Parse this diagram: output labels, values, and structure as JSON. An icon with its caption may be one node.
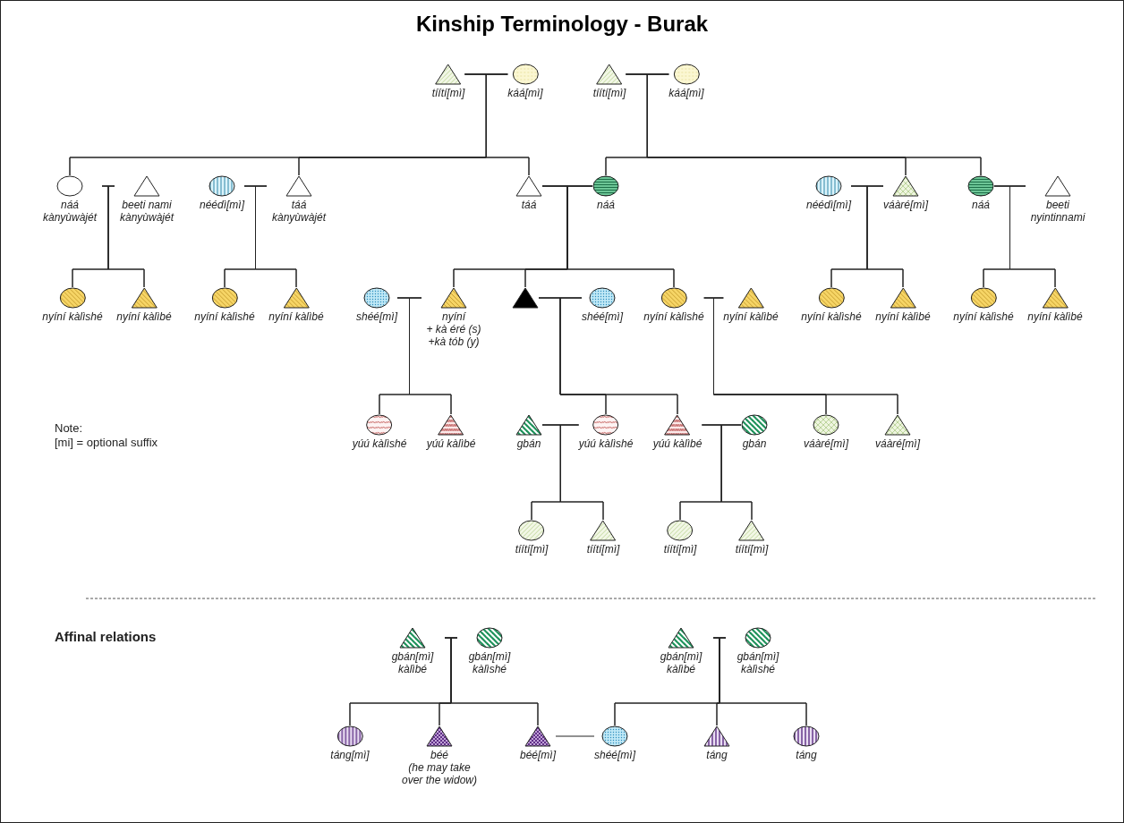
{
  "diagram": {
    "title": "Kinship Terminology - Burak",
    "nodes": [
      {
        "text": [
          "tíítí[mì]"
        ]
      },
      {
        "text": [
          "káá[mì]"
        ]
      },
      {
        "text": [
          "tíítí[mì]"
        ]
      },
      {
        "text": [
          "káá[mì]"
        ]
      },
      {
        "text": [
          "náá kànyùwàjét"
        ]
      },
      {
        "text": [
          "beeti nami kànyùwàjét"
        ]
      },
      {
        "text": [
          "néédì[mì]"
        ]
      },
      {
        "text": [
          "táá kànyùwàjét"
        ]
      },
      {
        "text": [
          "táá"
        ]
      },
      {
        "text": [
          "náá"
        ]
      },
      {
        "text": [
          "néédì[mì]"
        ]
      },
      {
        "text": [
          "váàré[mì]"
        ]
      },
      {
        "text": [
          "náá"
        ]
      },
      {
        "text": [
          "beeti nyintinnami"
        ]
      },
      {
        "text": [
          "nyíní kàlìshé"
        ]
      },
      {
        "text": [
          "nyíní kàlìbé"
        ]
      },
      {
        "text": [
          "nyíní kàlìshé"
        ]
      },
      {
        "text": [
          "nyíní kàlìbé"
        ]
      },
      {
        "text": [
          "shéé[mì]"
        ]
      },
      {
        "text": [
          "nyíní",
          "+ kà éré (s) +kà tób (y)"
        ]
      },
      {
        "text": [],
        "shape": "triangle"
      },
      {
        "text": [
          "shéé[mì]"
        ]
      },
      {
        "text": [
          "nyíní kàlìshé"
        ]
      },
      {
        "text": [
          "nyíní kàlìbé"
        ]
      },
      {
        "text": [
          "nyíní kàlìshé"
        ]
      },
      {
        "text": [
          "nyíní kàlìbé"
        ]
      },
      {
        "text": [
          "nyíní kàlìshé"
        ]
      },
      {
        "text": [
          "nyíní kàlìbé"
        ]
      },
      {
        "text": [
          "yúú kàlìshé"
        ]
      },
      {
        "text": [
          "yúú kàlìbé"
        ]
      },
      {
        "text": [
          "gbán"
        ]
      },
      {
        "text": [
          "yúú kàlìshé"
        ]
      },
      {
        "text": [
          "yúú kàlìbé"
        ]
      },
      {
        "text": [
          "gbán"
        ]
      },
      {
        "text": [
          "váàré[mì]"
        ]
      },
      {
        "text": [
          "váàré[mì]"
        ]
      },
      {
        "text": [
          "tíítí[mì]"
        ]
      },
      {
        "text": [
          "tíítí[mì]"
        ]
      },
      {
        "text": [
          "tíítí[mì]"
        ]
      },
      {
        "text": [
          "tíítí[mì]"
        ]
      },
      {
        "text": [
          "gbán[mì] kàlìbé"
        ]
      },
      {
        "text": [
          "gbán[mì] kàlìshé"
        ]
      },
      {
        "text": [
          "gbán[mì] kàlìbé"
        ]
      },
      {
        "text": [
          "gbán[mì] kàlìshé"
        ]
      },
      {
        "text": [
          "táng[mì]"
        ]
      },
      {
        "text": [
          "béé",
          "(he may take over the widow)"
        ]
      },
      {
        "text": [
          "béé[mì]"
        ]
      },
      {
        "text": [
          "shéé[mì]"
        ]
      },
      {
        "text": [
          "táng"
        ]
      },
      {
        "text": [
          "táng"
        ]
      }
    ],
    "edges": [
      {
        "from": 0,
        "to": 1,
        "arrow": "none"
      },
      {
        "from": 0,
        "to": 4,
        "arrow": "none"
      },
      {
        "from": 0,
        "to": 7,
        "arrow": "none"
      },
      {
        "from": 0,
        "to": 8,
        "arrow": "none"
      },
      {
        "from": 1,
        "to": 4,
        "arrow": "none"
      },
      {
        "from": 1,
        "to": 7,
        "arrow": "none"
      },
      {
        "from": 1,
        "to": 8,
        "arrow": "none"
      },
      {
        "from": 2,
        "to": 3,
        "arrow": "none"
      },
      {
        "from": 2,
        "to": 9,
        "arrow": "none"
      },
      {
        "from": 2,
        "to": 11,
        "arrow": "none"
      },
      {
        "from": 2,
        "to": 12,
        "arrow": "none"
      },
      {
        "from": 3,
        "to": 9,
        "arrow": "none"
      },
      {
        "from": 3,
        "to": 11,
        "arrow": "none"
      },
      {
        "from": 3,
        "to": 12,
        "arrow": "none"
      },
      {
        "from": 4,
        "to": 5,
        "arrow": "none"
      },
      {
        "from": 4,
        "to": 14,
        "arrow": "none"
      },
      {
        "from": 4,
        "to": 15,
        "arrow": "none"
      },
      {
        "from": 5,
        "to": 14,
        "arrow": "none"
      },
      {
        "from": 5,
        "to": 15,
        "arrow": "none"
      },
      {
        "from": 6,
        "to": 7,
        "arrow": "none"
      },
      {
        "from": 6,
        "to": 16,
        "arrow": "none"
      },
      {
        "from": 6,
        "to": 17,
        "arrow": "none"
      },
      {
        "from": 7,
        "to": 16,
        "arrow": "none"
      },
      {
        "from": 7,
        "to": 17,
        "arrow": "none"
      },
      {
        "from": 8,
        "to": 9,
        "arrow": "none"
      },
      {
        "from": 8,
        "to": 19,
        "arrow": "none"
      },
      {
        "from": 8,
        "to": 20,
        "arrow": "none"
      },
      {
        "from": 8,
        "to": 22,
        "arrow": "none"
      },
      {
        "from": 9,
        "to": 19,
        "arrow": "none"
      },
      {
        "from": 9,
        "to": 20,
        "arrow": "none"
      },
      {
        "from": 9,
        "to": 22,
        "arrow": "none"
      },
      {
        "from": 10,
        "to": 11,
        "arrow": "none"
      },
      {
        "from": 10,
        "to": 24,
        "arrow": "none"
      },
      {
        "from": 10,
        "to": 25,
        "arrow": "none"
      },
      {
        "from": 11,
        "to": 24,
        "arrow": "none"
      },
      {
        "from": 11,
        "to": 25,
        "arrow": "none"
      },
      {
        "from": 12,
        "to": 13,
        "arrow": "none"
      },
      {
        "from": 12,
        "to": 26,
        "arrow": "none"
      },
      {
        "from": 12,
        "to": 27,
        "arrow": "none"
      },
      {
        "from": 13,
        "to": 26,
        "arrow": "none"
      },
      {
        "from": 13,
        "to": 27,
        "arrow": "none"
      },
      {
        "from": 18,
        "to": 19,
        "arrow": "none"
      },
      {
        "from": 18,
        "to": 28,
        "arrow": "none"
      },
      {
        "from": 18,
        "to": 29,
        "arrow": "none"
      },
      {
        "from": 19,
        "to": 28,
        "arrow": "none"
      },
      {
        "from": 19,
        "to": 29,
        "arrow": "none"
      },
      {
        "from": 20,
        "to": 21,
        "arrow": "none"
      },
      {
        "from": 20,
        "to": 31,
        "arrow": "none"
      },
      {
        "from": 20,
        "to": 32,
        "arrow": "none"
      },
      {
        "from": 21,
        "to": 31,
        "arrow": "none"
      },
      {
        "from": 21,
        "to": 32,
        "arrow": "none"
      },
      {
        "from": 22,
        "to": 23,
        "arrow": "none"
      },
      {
        "from": 22,
        "to": 34,
        "arrow": "none"
      },
      {
        "from": 22,
        "to": 35,
        "arrow": "none"
      },
      {
        "from": 23,
        "to": 34,
        "arrow": "none"
      },
      {
        "from": 23,
        "to": 35,
        "arrow": "none"
      },
      {
        "from": 30,
        "to": 31,
        "arrow": "none"
      },
      {
        "from": 30,
        "to": 36,
        "arrow": "none"
      },
      {
        "from": 30,
        "to": 37,
        "arrow": "none"
      },
      {
        "from": 31,
        "to": 36,
        "arrow": "none"
      },
      {
        "from": 31,
        "to": 37,
        "arrow": "none"
      },
      {
        "from": 32,
        "to": 33,
        "arrow": "none"
      },
      {
        "from": 32,
        "to": 38,
        "arrow": "none"
      },
      {
        "from": 32,
        "to": 39,
        "arrow": "none"
      },
      {
        "from": 33,
        "to": 38,
        "arrow": "none"
      },
      {
        "from": 33,
        "to": 39,
        "arrow": "none"
      },
      {
        "from": 40,
        "to": 41,
        "arrow": "none"
      },
      {
        "from": 40,
        "to": 44,
        "arrow": "none"
      },
      {
        "from": 40,
        "to": 45,
        "arrow": "none"
      },
      {
        "from": 40,
        "to": 46,
        "arrow": "none"
      },
      {
        "from": 41,
        "to": 44,
        "arrow": "none"
      },
      {
        "from": 41,
        "to": 45,
        "arrow": "none"
      },
      {
        "from": 41,
        "to": 46,
        "arrow": "none"
      },
      {
        "from": 42,
        "to": 43,
        "arrow": "none"
      },
      {
        "from": 42,
        "to": 47,
        "arrow": "none"
      },
      {
        "from": 42,
        "to": 48,
        "arrow": "none"
      },
      {
        "from": 42,
        "to": 49,
        "arrow": "none"
      },
      {
        "from": 43,
        "to": 47,
        "arrow": "none"
      },
      {
        "from": 43,
        "to": 48,
        "arrow": "none"
      },
      {
        "from": 43,
        "to": 49,
        "arrow": "none"
      },
      {
        "from": 46,
        "to": 47,
        "arrow": "none"
      }
    ],
    "labels": [
      "Note:",
      "[mi] = optional suffix",
      "Affinal relations"
    ]
  }
}
